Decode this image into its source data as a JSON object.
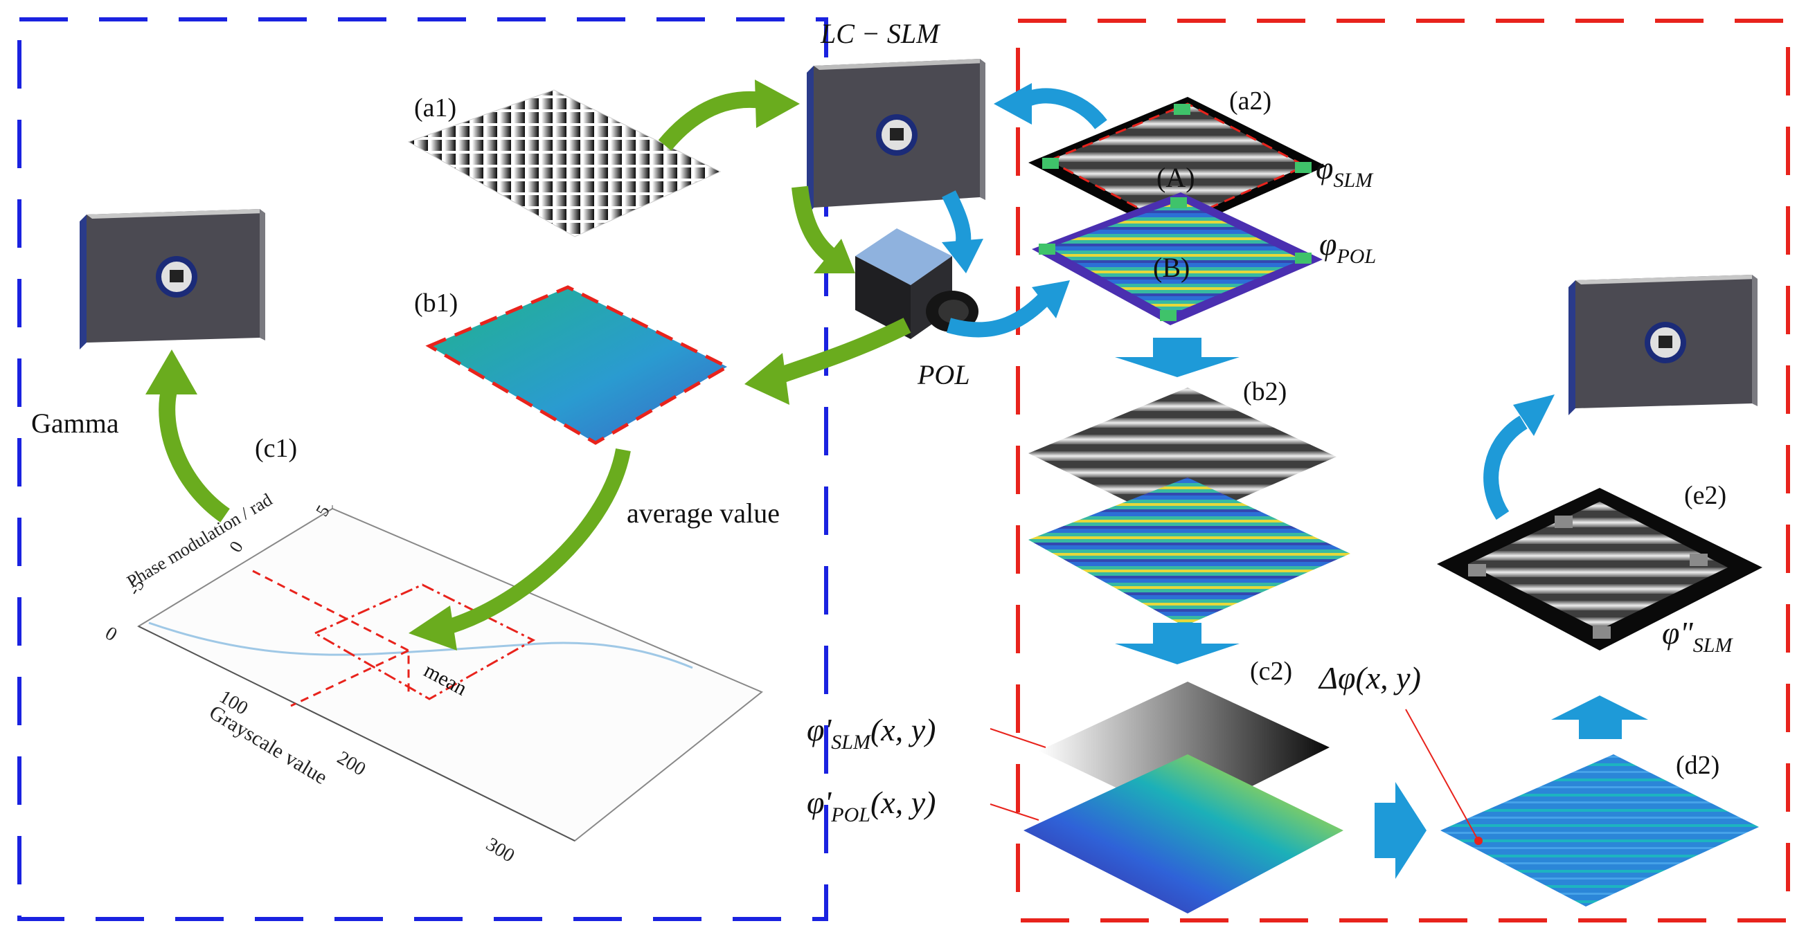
{
  "labels": {
    "a1": "(a1)",
    "b1": "(b1)",
    "c1": "(c1)",
    "a2": "(a2)",
    "b2": "(b2)",
    "c2": "(c2)",
    "d2": "(d2)",
    "e2": "(e2)",
    "A": "(A)",
    "B": "(B)"
  },
  "devices": {
    "lc_slm": "LC − SLM",
    "pol": "POL"
  },
  "text": {
    "gamma": "Gamma",
    "average_value": "average value",
    "mean": "mean"
  },
  "symbols": {
    "phi": "φ",
    "phi_prime": "φ'",
    "phi_dprime": "φ\"",
    "sub_slm": "SLM",
    "sub_pol": "POL",
    "args": "(x, y)",
    "delta_phi": "Δφ(x, y)"
  },
  "plot": {
    "xlabel": "Grayscale value",
    "ylabel": "Phase modulation / rad",
    "x_ticks": [
      "0",
      "100",
      "200",
      "300"
    ],
    "y_ticks": [
      "-5",
      "0",
      "5"
    ]
  },
  "colors": {
    "blue_frame": "#1a22e0",
    "red_frame": "#e8231c",
    "green_arrow": "#6aac1e",
    "blue_arrow": "#1e9ad8",
    "slm_body": "#4b4a52"
  }
}
